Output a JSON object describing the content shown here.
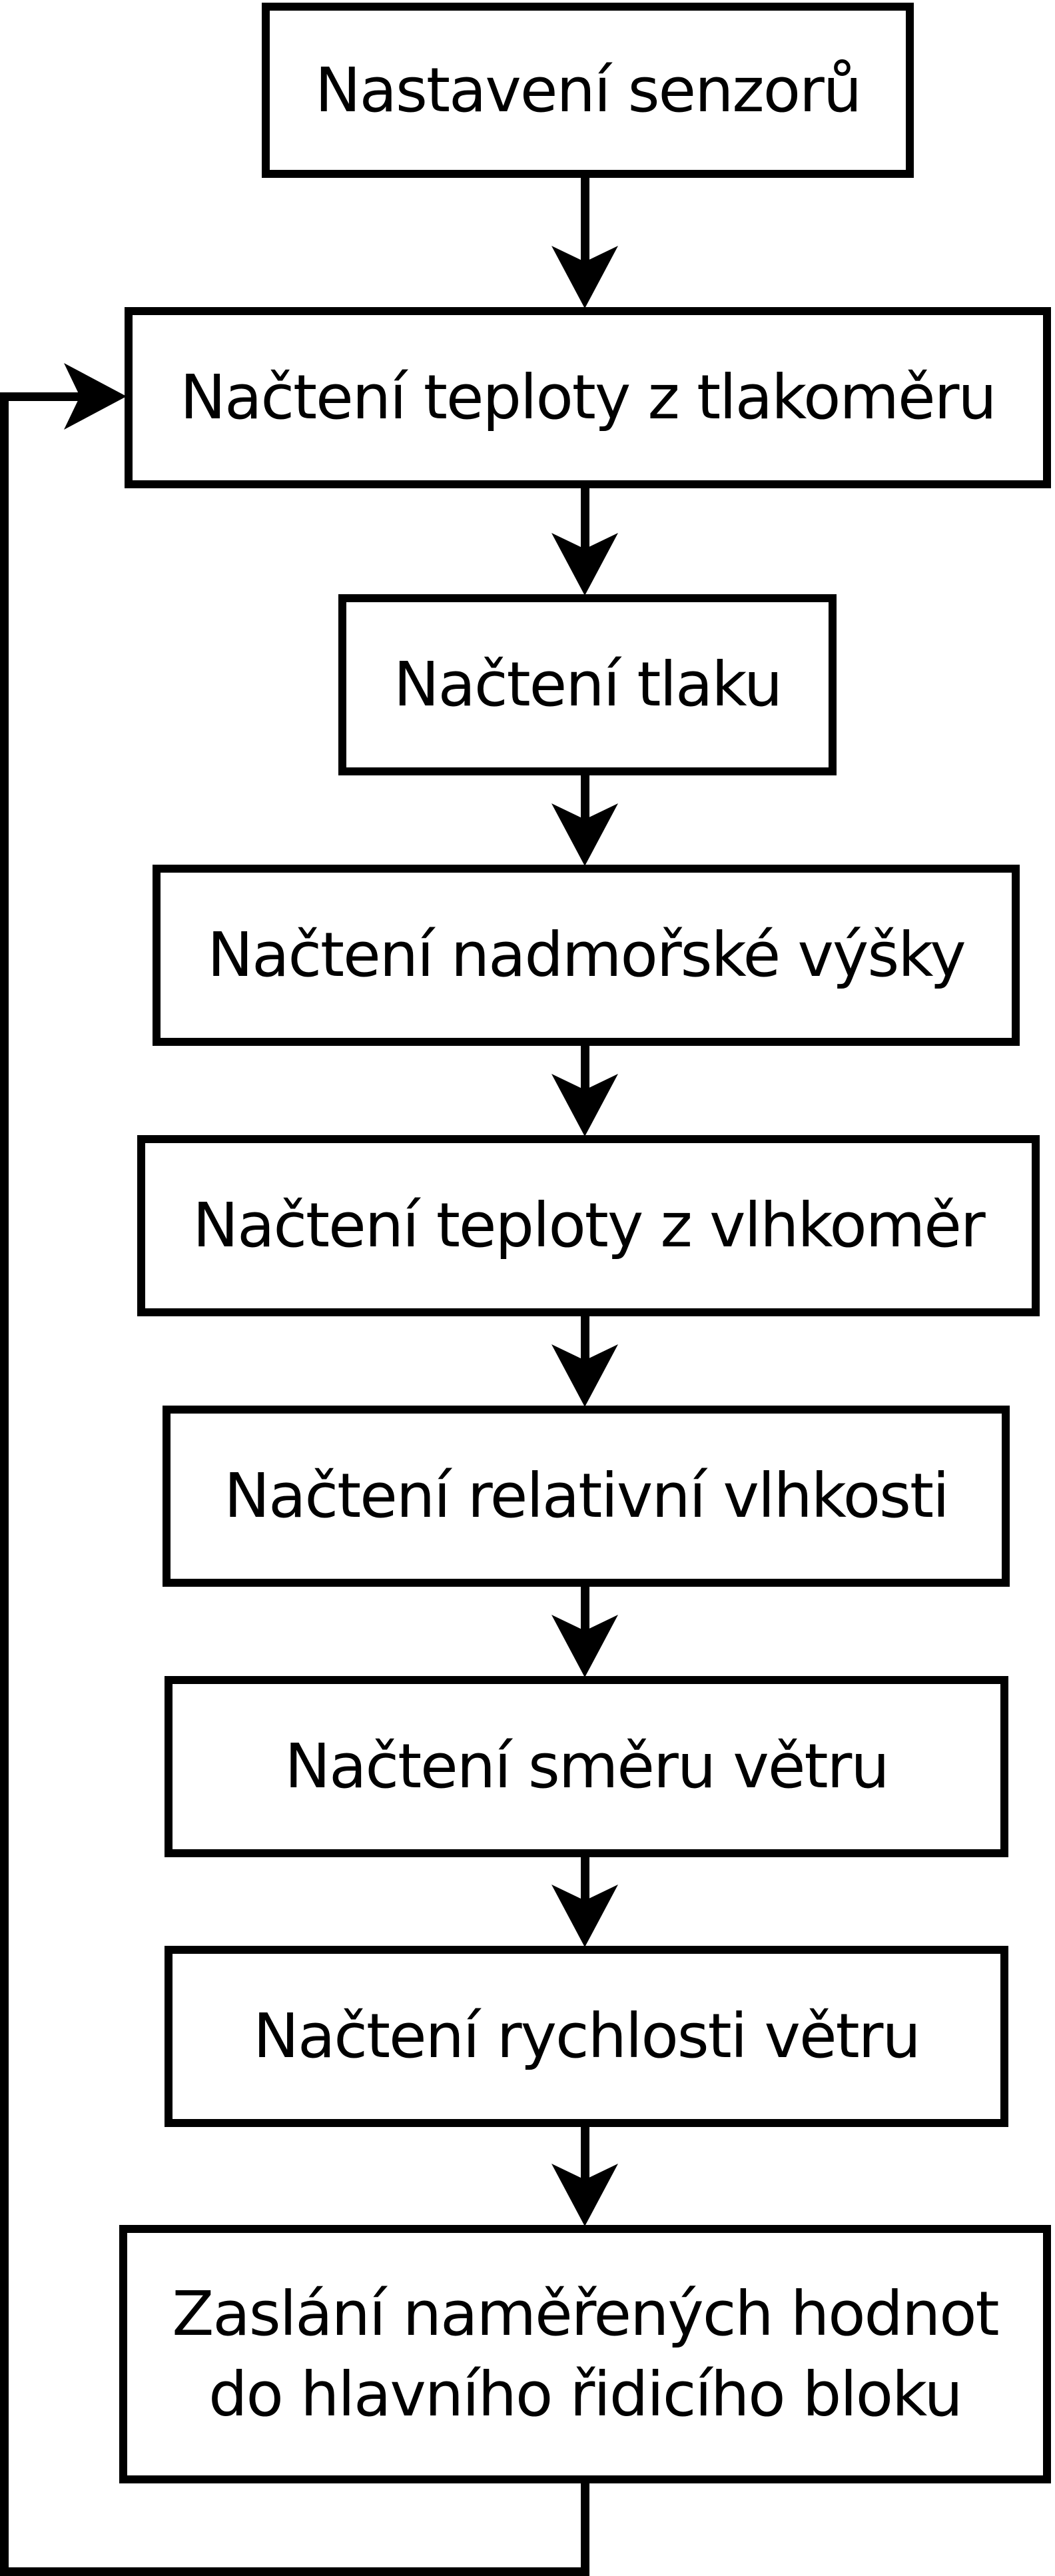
{
  "diagram": {
    "type": "flowchart",
    "background_color": "#ffffff",
    "stroke_color": "#000000",
    "nodes": [
      {
        "id": "nastaveni-senzoru",
        "label": "Nastavení senzorů"
      },
      {
        "id": "nacteni-teploty-tlakomer",
        "label": "Načtení teploty z tlakoměru"
      },
      {
        "id": "nacteni-tlaku",
        "label": "Načtení tlaku"
      },
      {
        "id": "nacteni-nadmorske-vysky",
        "label": "Načtení nadmořské výšky"
      },
      {
        "id": "nacteni-teploty-vlhkomer",
        "label": "Načtení teploty z vlhkoměr"
      },
      {
        "id": "nacteni-relativni-vlhkosti",
        "label": "Načtení relativní vlhkosti"
      },
      {
        "id": "nacteni-smeru-vetru",
        "label": "Načtení směru větru"
      },
      {
        "id": "nacteni-rychlosti-vetru",
        "label": "Načtení rychlosti větru"
      },
      {
        "id": "zaslani-hodnot",
        "label": "Zaslání naměřených hodnot\ndo hlavního řidicího bloku"
      }
    ],
    "edges": [
      {
        "from": "nastaveni-senzoru",
        "to": "nacteni-teploty-tlakomer",
        "kind": "arrow-down"
      },
      {
        "from": "nacteni-teploty-tlakomer",
        "to": "nacteni-tlaku",
        "kind": "arrow-down"
      },
      {
        "from": "nacteni-tlaku",
        "to": "nacteni-nadmorske-vysky",
        "kind": "arrow-down"
      },
      {
        "from": "nacteni-nadmorske-vysky",
        "to": "nacteni-teploty-vlhkomer",
        "kind": "arrow-down"
      },
      {
        "from": "nacteni-teploty-vlhkomer",
        "to": "nacteni-relativni-vlhkosti",
        "kind": "arrow-down"
      },
      {
        "from": "nacteni-relativni-vlhkosti",
        "to": "nacteni-smeru-vetru",
        "kind": "arrow-down"
      },
      {
        "from": "nacteni-smeru-vetru",
        "to": "nacteni-rychlosti-vetru",
        "kind": "arrow-down"
      },
      {
        "from": "nacteni-rychlosti-vetru",
        "to": "zaslani-hodnot",
        "kind": "arrow-down"
      },
      {
        "from": "zaslani-hodnot",
        "to": "nacteni-teploty-tlakomer",
        "kind": "loop-back-left"
      }
    ]
  }
}
